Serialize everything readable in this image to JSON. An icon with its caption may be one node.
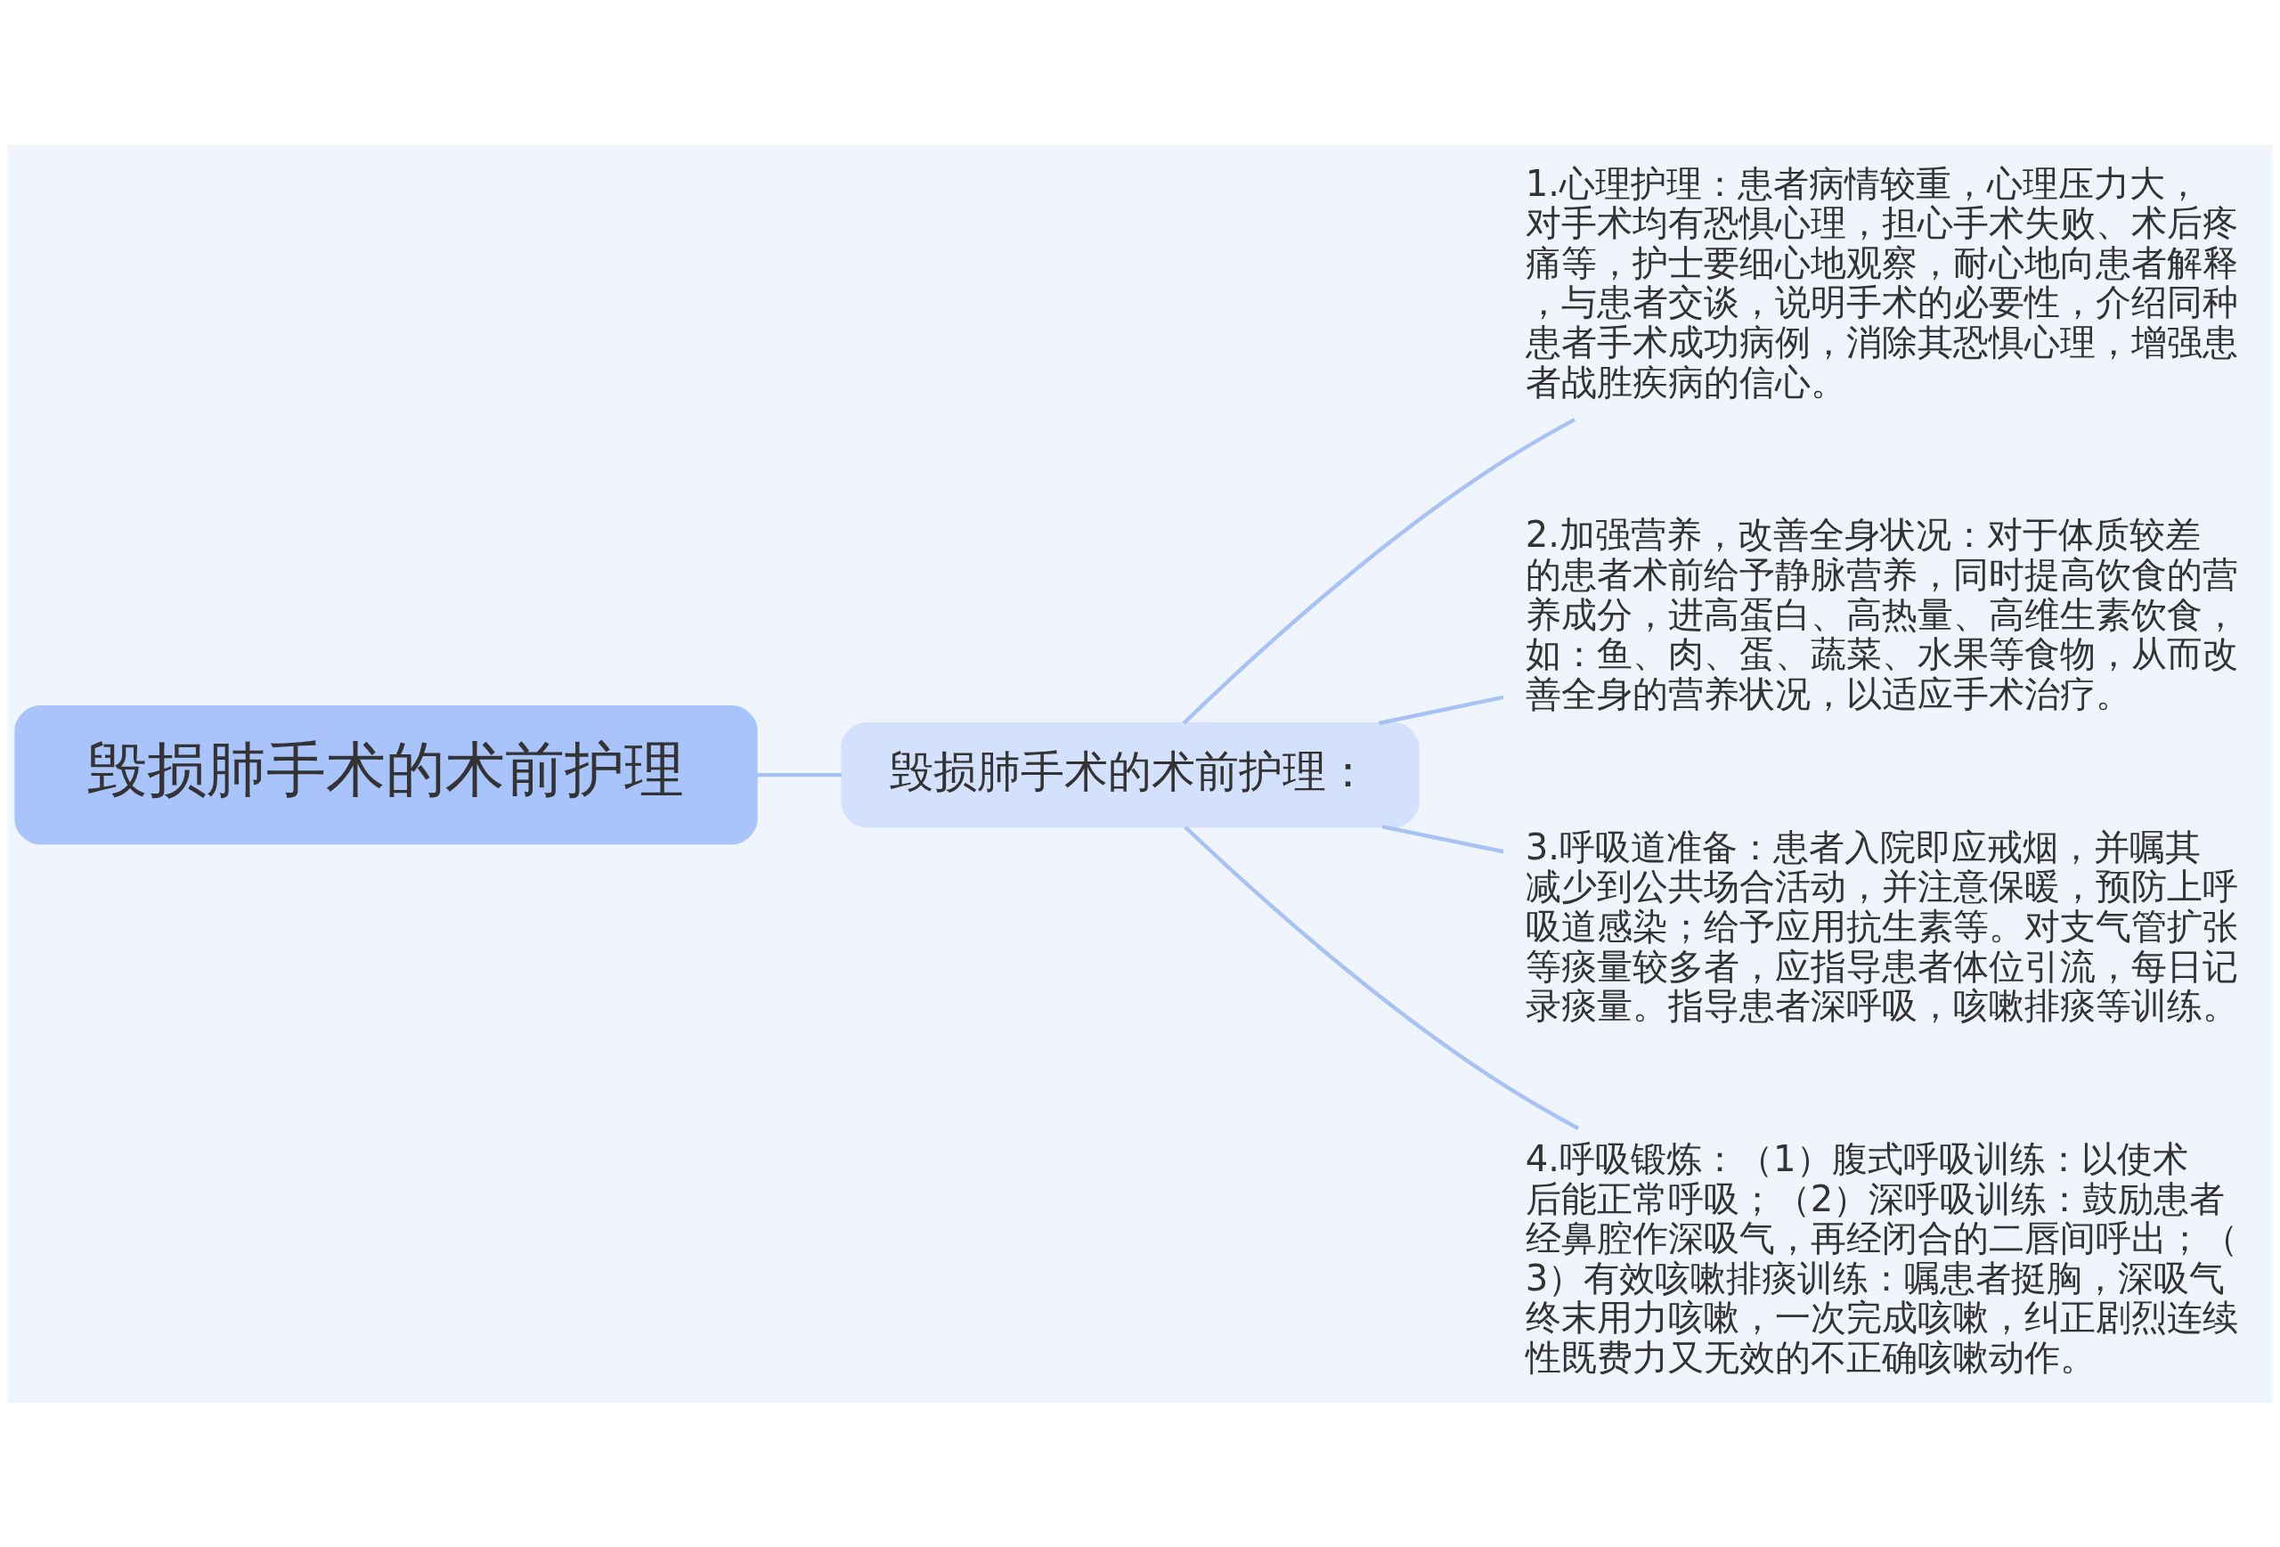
{
  "diagram": {
    "nodes": [
      {
        "text": [
          "毁损肺手术的术前护理"
        ]
      },
      {
        "text": [
          "毁损肺手术的术前护理："
        ]
      },
      {
        "text": [
          "1.心理护理：患者病情较重，心理压力大，对手术均有恐惧心理，担心手术失败、术后疼痛等，护士要细心地观察，耐心地向患者解释，与患者交谈，说明手术的必要性，介绍同种患者手术成功病例，消除其恐惧心理，增强患者战胜疾病的信心。"
        ]
      },
      {
        "text": [
          "2.加强营养，改善全身状况：对于体质较差的患者术前给予静脉营养，同时提高饮食的营养成分，进高蛋白、高热量、高维生素饮食，如：鱼、肉、蛋、蔬菜、水果等食物，从而改善全身的营养状况，以适应手术治疗。"
        ]
      },
      {
        "text": [
          "3.呼吸道准备：患者入院即应戒烟，并嘱其减少到公共场合活动，并注意保暖，预防上呼吸道感染；给予应用抗生素等。对支气管扩张等痰量较多者，应指导患者体位引流，每日记录痰量。指导患者深呼吸，咳嗽排痰等训练。"
        ]
      },
      {
        "text": [
          "4.呼吸锻炼：（1）腹式呼吸训练：以使术后能正常呼吸；（2）深呼吸训练：鼓励患者经鼻腔作深吸气，再经闭合的二唇间呼出；（3）有效咳嗽排痰训练：嘱患者挺胸，深吸气终末用力咳嗽，一次完成咳嗽，纠正剧烈连续性既费力又无效的不正确咳嗽动作。"
        ]
      }
    ],
    "edges": [
      {
        "from": 0,
        "to": 1,
        "arrow": "none"
      },
      {
        "from": 1,
        "to": 2,
        "arrow": "none"
      },
      {
        "from": 1,
        "to": 3,
        "arrow": "none"
      },
      {
        "from": 1,
        "to": 4,
        "arrow": "none"
      },
      {
        "from": 1,
        "to": 5,
        "arrow": "none"
      }
    ]
  }
}
